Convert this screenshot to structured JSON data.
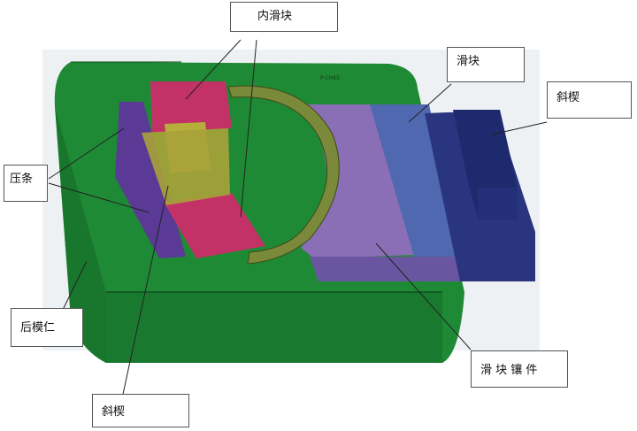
{
  "diagram": {
    "labels": {
      "inner_slider": "内滑块",
      "slider": "滑块",
      "wedge_right": "斜楔",
      "press_strip": "压条",
      "rear_core": "后模仁",
      "slider_insert": "滑 块 镶 件",
      "wedge_bottom": "斜楔"
    },
    "model_mark": "P-CHKS"
  },
  "colors": {
    "rear_core": "#1f8a35",
    "rear_core_dark": "#146b28",
    "slider_insert": "#8a6fb6",
    "slider": "#4f68b0",
    "wedge": "#2a3580",
    "inner_slider": "#c23266",
    "yellow_wedge": "#a9a23a",
    "press_strip": "#5a3a95",
    "ring": "#7b8a3a"
  }
}
